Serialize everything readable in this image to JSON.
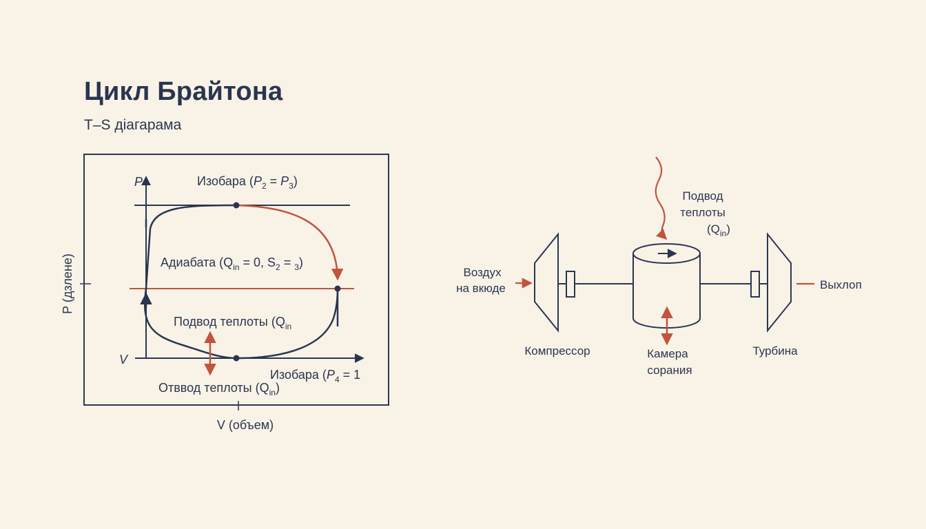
{
  "header": {
    "title": "Цикл Брайтона",
    "subtitle": "T–S діагарама"
  },
  "pv_diagram": {
    "y_axis_label": "P (дзлене)",
    "x_axis_label": "V (объем)",
    "axis_p_letter": "P",
    "axis_v_letter": "V",
    "isobar_top": {
      "prefix": "Изобара (",
      "p_a": "P",
      "sub_a": "2",
      "mid": " = ",
      "p_b": "P",
      "sub_b": "3",
      "suffix": ")"
    },
    "adiabat": {
      "prefix": "Адиабата (Q",
      "sub_in": "in",
      "mid": " = 0, S",
      "sub_2": "2",
      "eq": " = ",
      "sub_3": "3",
      "suffix": ")"
    },
    "heat_in": {
      "prefix": "Подвод теплоты (Q",
      "sub": "in"
    },
    "isobar_bottom": {
      "prefix": "Изобара (",
      "p": "P",
      "sub": "4",
      "suffix": " = 1"
    },
    "heat_out": {
      "prefix": "Отввод теплоты (Q",
      "sub": "in",
      "suffix": ")"
    }
  },
  "schematic": {
    "air_in": [
      "Воздух",
      "на вкюде"
    ],
    "heat_supply": [
      "Подвод",
      "теплоты",
      "(Q",
      "in",
      ")"
    ],
    "exhaust": "Выхлоп",
    "compressor": "Компрессор",
    "combustion": [
      "Камера",
      "сорания"
    ],
    "turbine": "Турбина"
  },
  "colors": {
    "background": "#f8f3e6",
    "ink": "#2a3550",
    "accent": "#c0543e"
  }
}
